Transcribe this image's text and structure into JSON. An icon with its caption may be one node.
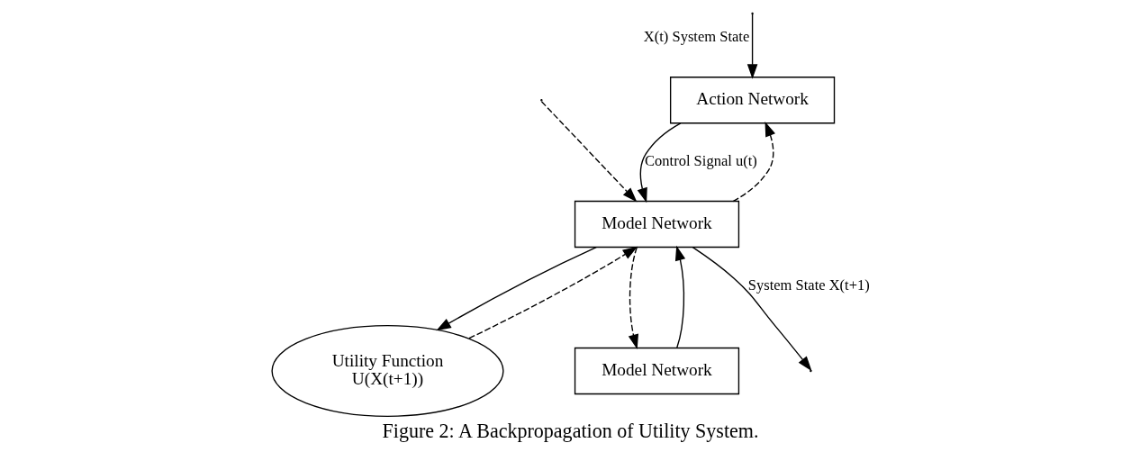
{
  "diagram": {
    "caption": "Figure 2: A Backpropagation of Utility System.",
    "nodes": [
      {
        "text": [
          "Action Network"
        ]
      },
      {
        "text": [
          "Model Network"
        ]
      },
      {
        "text": [
          "Utility Function",
          "U(X(t+1))"
        ]
      },
      {
        "text": [
          "Model Network"
        ]
      }
    ],
    "edges": [
      {
        "from": 0,
        "to": 1,
        "arrow": "to",
        "label": "Control Signal u(t)"
      },
      {
        "from": 1,
        "to": 0,
        "arrow": "to",
        "style": "dashed"
      },
      {
        "from": 1,
        "to": null,
        "arrow": "to",
        "label": "System State X(t+1)"
      },
      {
        "from": 1,
        "to": 2,
        "arrow": "to"
      },
      {
        "from": 2,
        "to": 1,
        "arrow": "to",
        "style": "dashed"
      },
      {
        "from": null,
        "to": 1,
        "arrow": "to",
        "style": "dashed"
      },
      {
        "from": 1,
        "to": 3,
        "arrow": "to",
        "style": "dashed"
      },
      {
        "from": 3,
        "to": 1,
        "arrow": "to"
      },
      {
        "from": null,
        "to": 0,
        "arrow": "to",
        "label": "X(t) System State"
      }
    ]
  }
}
